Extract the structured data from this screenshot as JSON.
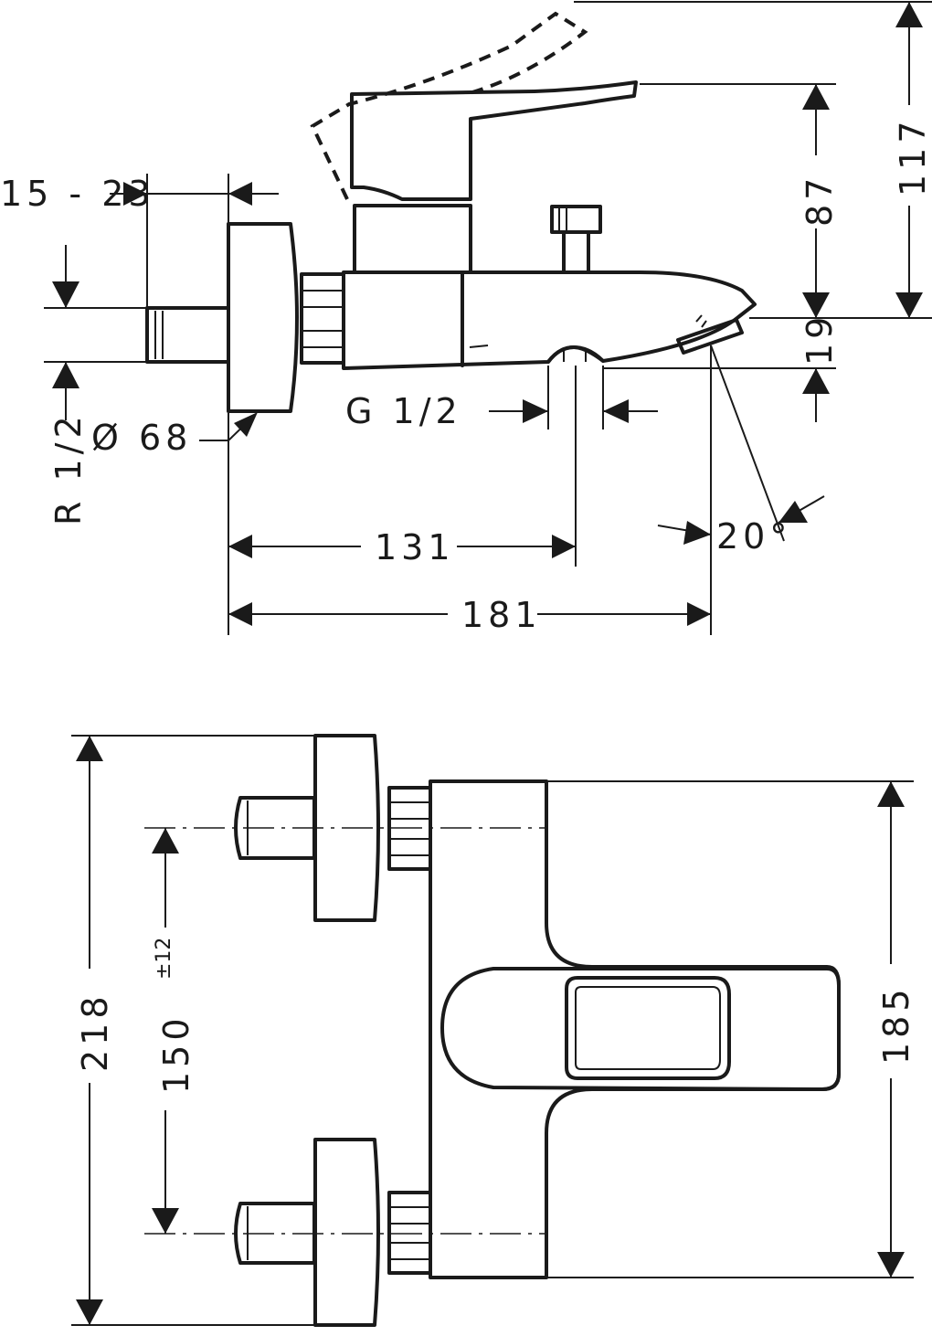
{
  "side_view": {
    "dim_wall_thickness": "15 - 23",
    "dim_height_total": "117",
    "dim_height_lever": "87",
    "dim_spout_drop": "19",
    "dim_inlet_thread": "R 1/2",
    "dim_rosette_diameter": "Ø 68",
    "dim_outlet_thread": "G 1/2",
    "dim_outlet_depth": "131",
    "dim_projection": "181",
    "dim_spout_angle": "20°"
  },
  "top_view": {
    "dim_overall_width": "218",
    "dim_center_distance": "150",
    "dim_center_tolerance": "±12",
    "dim_body_width": "185"
  }
}
